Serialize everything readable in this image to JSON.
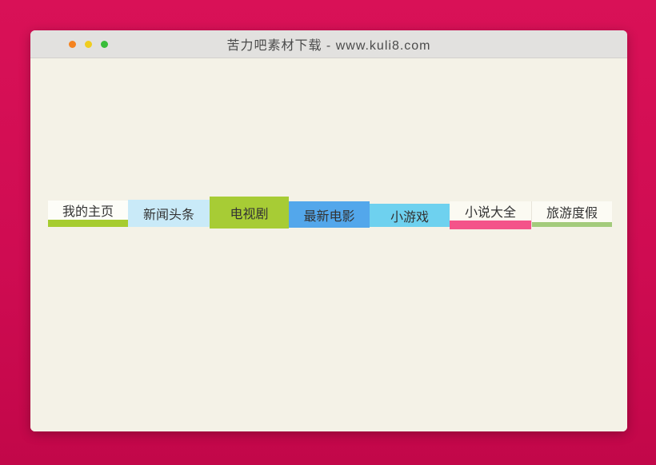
{
  "window": {
    "title": "苦力吧素材下载 - www.kuli8.com",
    "titlebar_bg": "#e2e1df",
    "body_bg": "#f4f2e7",
    "page_bg_top": "#d91157",
    "page_bg_bottom": "#c20749",
    "traffic_lights": {
      "orange": "#f5831f",
      "yellow": "#f0cd1f",
      "green": "#39bd39"
    }
  },
  "nav": {
    "items": [
      {
        "label": "我的主页",
        "bg": "#fdfdf8",
        "strip": "#a6cc2f"
      },
      {
        "label": "新闻头条",
        "bg": "#c9eaf8",
        "strip": null
      },
      {
        "label": "电视剧",
        "bg": "#a7cc35",
        "strip": null
      },
      {
        "label": "最新电影",
        "bg": "#53a7eb",
        "strip": null
      },
      {
        "label": "小游戏",
        "bg": "#6ed1ef",
        "strip": null
      },
      {
        "label": "小说大全",
        "bg": "#fbfaf2",
        "strip": "#f4538a"
      },
      {
        "label": "旅游度假",
        "bg": "#fcfbf4",
        "strip": "#a3cb7b"
      }
    ]
  }
}
